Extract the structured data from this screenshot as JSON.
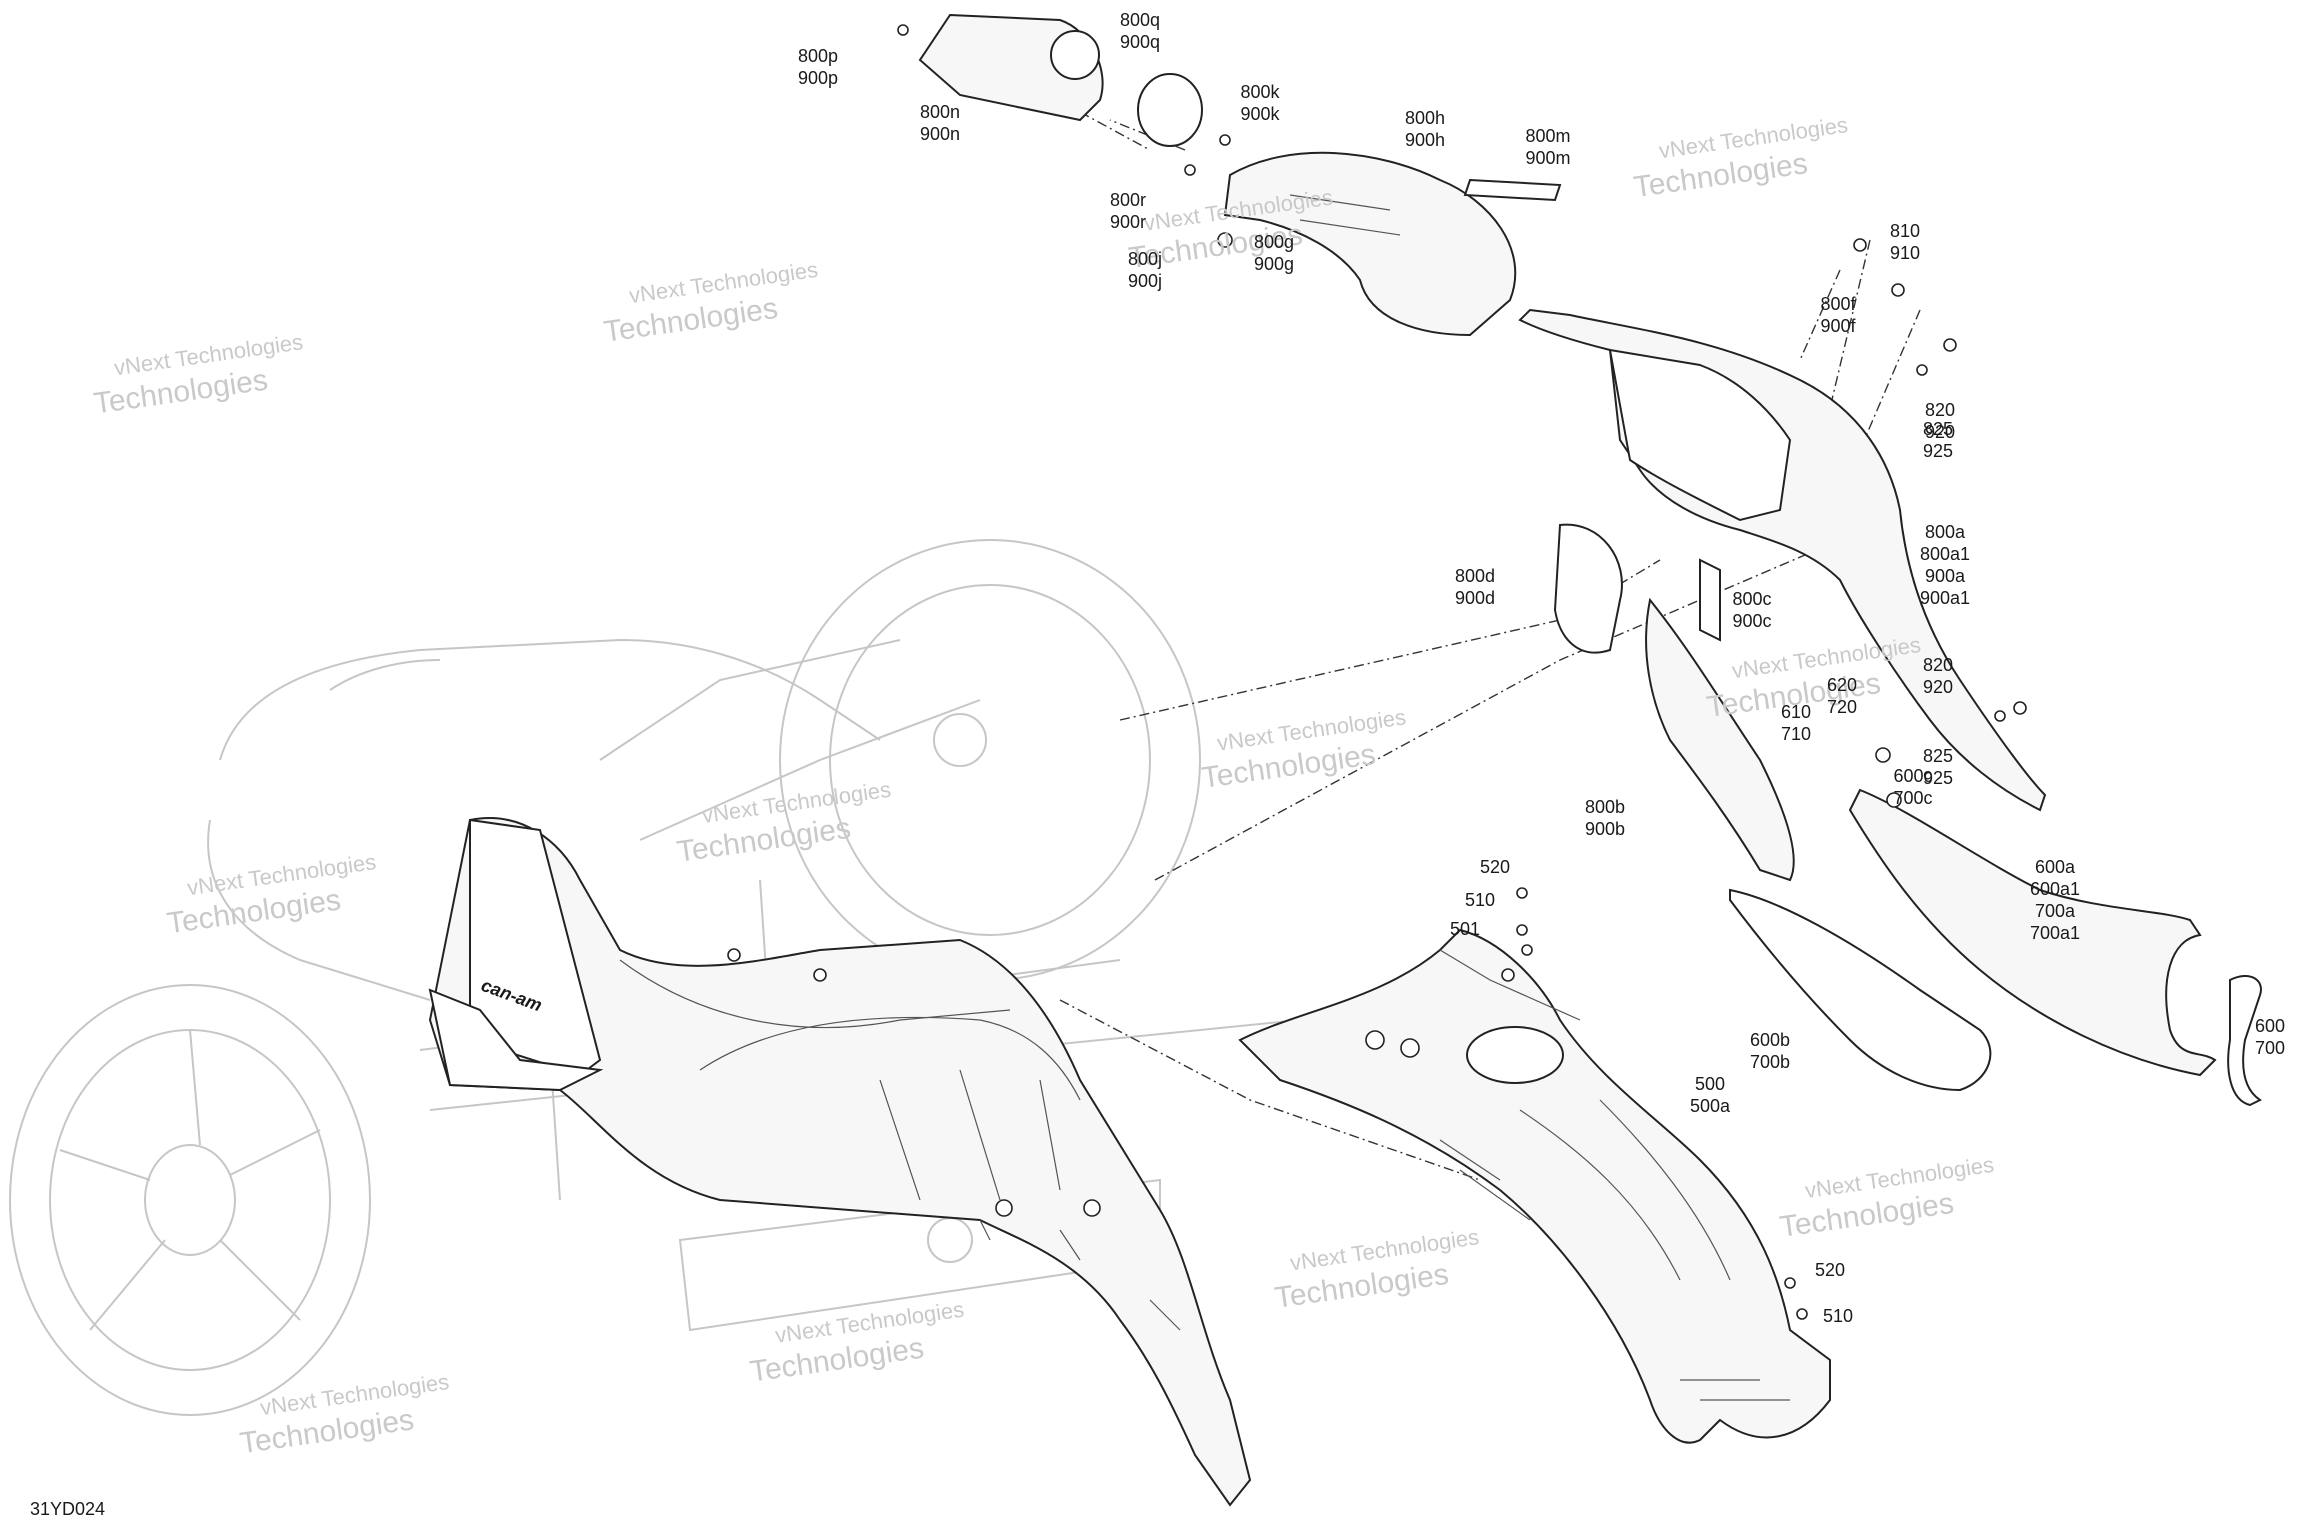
{
  "diagram_code": "31YD024",
  "watermark": [
    "vNext Technologies",
    "Technologies"
  ],
  "callouts": [
    {
      "id": "c800p",
      "lines": [
        "800p",
        "900p"
      ]
    },
    {
      "id": "c800n",
      "lines": [
        "800n",
        "900n"
      ]
    },
    {
      "id": "c800q",
      "lines": [
        "800q",
        "900q"
      ]
    },
    {
      "id": "c800k",
      "lines": [
        "800k",
        "900k"
      ]
    },
    {
      "id": "c800h",
      "lines": [
        "800h",
        "900h"
      ]
    },
    {
      "id": "c800m",
      "lines": [
        "800m",
        "900m"
      ]
    },
    {
      "id": "c800r",
      "lines": [
        "800r",
        "900r"
      ]
    },
    {
      "id": "c800j",
      "lines": [
        "800j",
        "900j"
      ]
    },
    {
      "id": "c800g",
      "lines": [
        "800g",
        "900g"
      ]
    },
    {
      "id": "c810",
      "lines": [
        "810",
        "910"
      ]
    },
    {
      "id": "c800f",
      "lines": [
        "800f",
        "900f"
      ]
    },
    {
      "id": "c820a",
      "lines": [
        "820",
        "920"
      ]
    },
    {
      "id": "c825a",
      "lines": [
        "825",
        "925"
      ]
    },
    {
      "id": "c800a",
      "lines": [
        "800a",
        "800a1",
        "900a",
        "900a1"
      ]
    },
    {
      "id": "c800d",
      "lines": [
        "800d",
        "900d"
      ]
    },
    {
      "id": "c800c",
      "lines": [
        "800c",
        "900c"
      ]
    },
    {
      "id": "c620",
      "lines": [
        "620",
        "720"
      ]
    },
    {
      "id": "c610",
      "lines": [
        "610",
        "710"
      ]
    },
    {
      "id": "c820b",
      "lines": [
        "820",
        "920"
      ]
    },
    {
      "id": "c825b",
      "lines": [
        "825",
        "925"
      ]
    },
    {
      "id": "c600c",
      "lines": [
        "600c",
        "700c"
      ]
    },
    {
      "id": "c800b",
      "lines": [
        "800b",
        "900b"
      ]
    },
    {
      "id": "c600a",
      "lines": [
        "600a",
        "600a1",
        "700a",
        "700a1"
      ]
    },
    {
      "id": "c600d",
      "lines": [
        "600",
        "700"
      ]
    },
    {
      "id": "c600b",
      "lines": [
        "600b",
        "700b"
      ]
    },
    {
      "id": "c520a",
      "lines": [
        "520"
      ]
    },
    {
      "id": "c510a",
      "lines": [
        "510"
      ]
    },
    {
      "id": "c501",
      "lines": [
        "501"
      ]
    },
    {
      "id": "c500",
      "lines": [
        "500",
        "500a"
      ]
    },
    {
      "id": "c520b",
      "lines": [
        "520"
      ]
    },
    {
      "id": "c510b",
      "lines": [
        "510"
      ]
    }
  ],
  "brand_decal": "can-am",
  "colors": {
    "line": "#222222",
    "ghost": "#c6c6c6",
    "watermark": "#c9c9c9"
  }
}
